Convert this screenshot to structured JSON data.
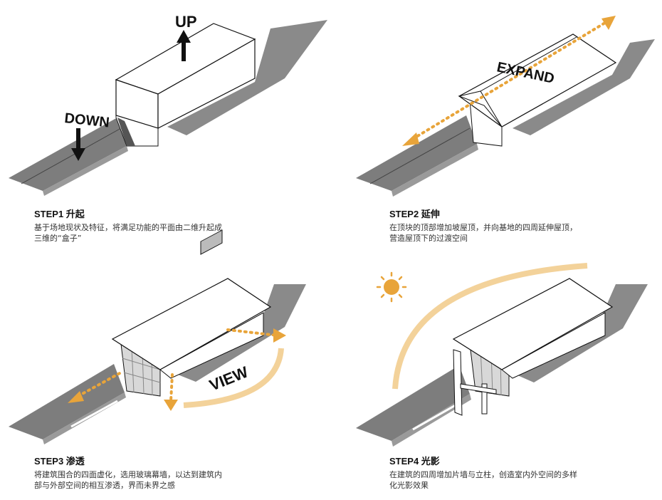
{
  "steps": [
    {
      "title": "STEP1 升起",
      "desc_line1": "基于场地现状及特征，将满足功能的平面由二维升起成",
      "desc_line2": "三维的“盒子”",
      "labels": {
        "up": "UP",
        "down": "DOWN"
      }
    },
    {
      "title": "STEP2 延伸",
      "desc_line1": "在顶块的顶部增加坡屋顶，并向基地的四周延伸屋顶，",
      "desc_line2": "营造屋顶下的过渡空间",
      "labels": {
        "expand": "EXPAND"
      }
    },
    {
      "title": "STEP3 渗透",
      "desc_line1": "将建筑围合的四面虚化，选用玻璃幕墙，以达到建筑内",
      "desc_line2": "部与外部空间的相互渗透，界而未界之感",
      "labels": {
        "view": "VIEW"
      }
    },
    {
      "title": "STEP4 光影",
      "desc_line1": "在建筑的四周增加片墙与立柱，创造室内外空间的多样",
      "desc_line2": "化光影效果",
      "labels": {}
    }
  ],
  "colors": {
    "shadow": "#8a8a8a",
    "ground": "#7d7d7d",
    "accent": "#e8a43a",
    "line": "#111111"
  },
  "icons": [
    "up-arrow-icon",
    "down-arrow-icon",
    "sun-icon"
  ]
}
